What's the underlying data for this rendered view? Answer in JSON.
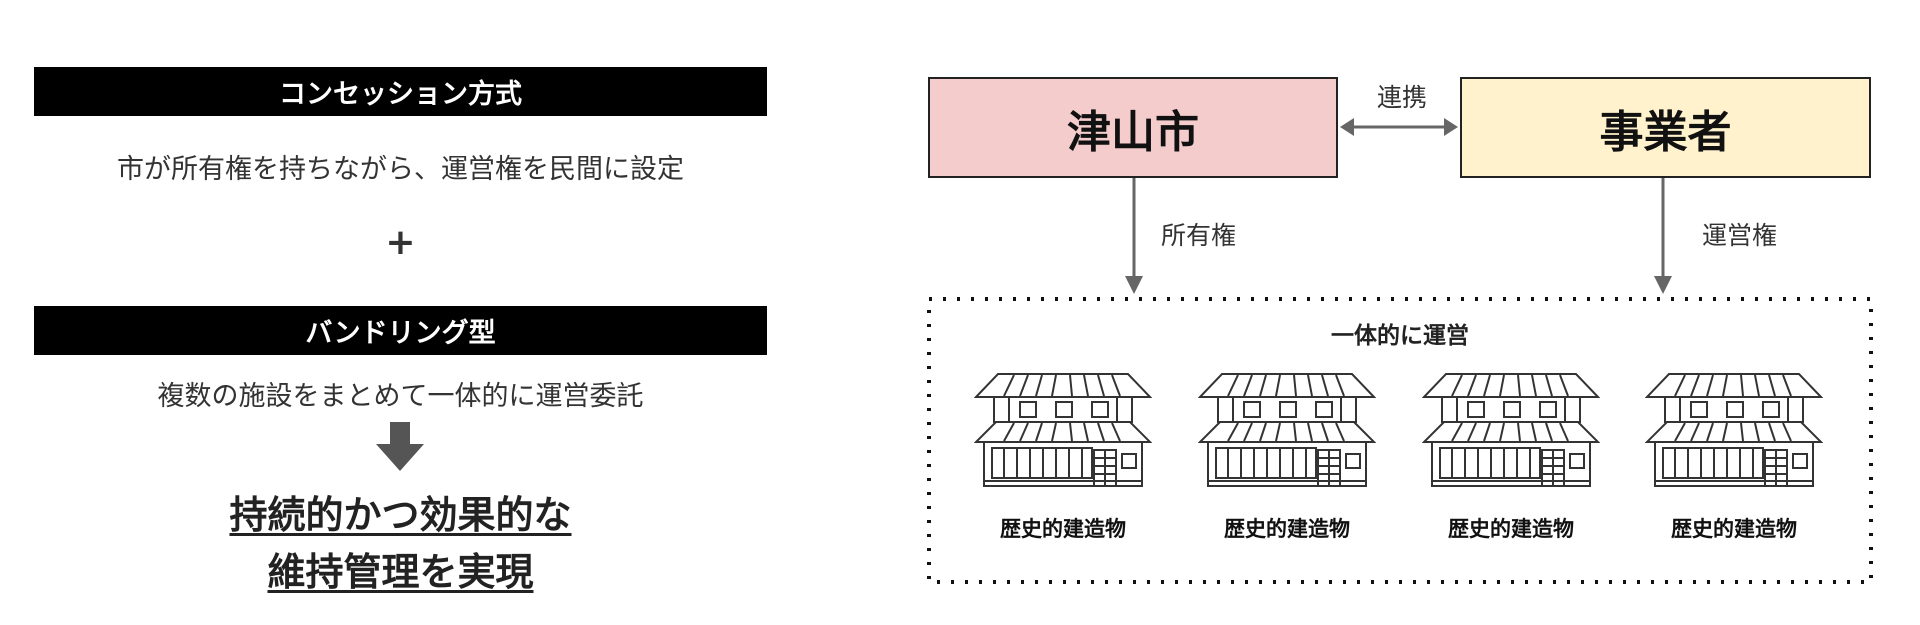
{
  "left": {
    "concession_title": "コンセッション方式",
    "concession_desc": "市が所有権を持ちながら、運営権を民間に設定",
    "plus": "+",
    "bundling_title": "バンドリング型",
    "bundling_desc": "複数の施設をまとめて一体的に運営委託",
    "result_line1": "持続的かつ効果的な",
    "result_line2": "維持管理を実現"
  },
  "right": {
    "city": "津山市",
    "operator": "事業者",
    "link_label": "連携",
    "ownership_label": "所有権",
    "operation_label": "運営権",
    "group_title": "一体的に運営",
    "buildings": [
      "歴史的建造物",
      "歴史的建造物",
      "歴史的建造物",
      "歴史的建造物"
    ],
    "colors": {
      "city": "#f4cccc",
      "operator": "#fff2cc"
    }
  }
}
